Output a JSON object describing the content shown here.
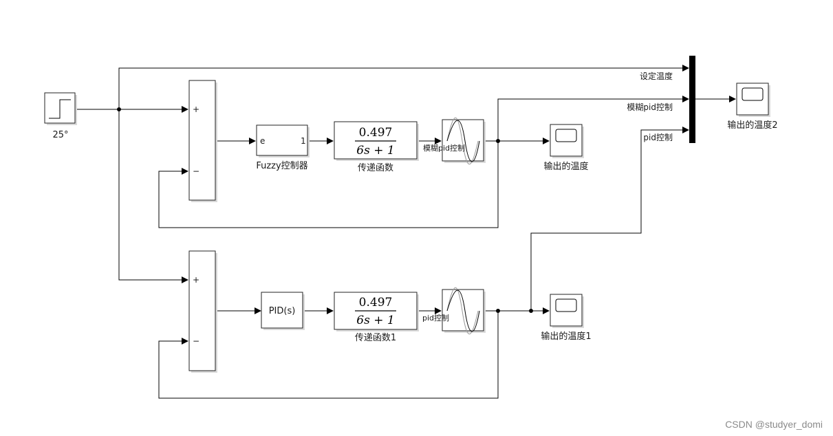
{
  "step": {
    "label": "25°"
  },
  "sum_top": {
    "plus": "+",
    "minus": "−"
  },
  "sum_bottom": {
    "plus": "+",
    "minus": "−"
  },
  "fuzzy": {
    "port_in": "e",
    "port_out": "1",
    "name": "Fuzzy控制器"
  },
  "pid": {
    "text": "PID(s)"
  },
  "tf_top": {
    "num": "0.497",
    "den": "6s + 1",
    "name": "传递函数"
  },
  "tf_bottom": {
    "num": "0.497",
    "den": "6s + 1",
    "name": "传递函数1"
  },
  "signals": {
    "set_temp": "设定温度",
    "fuzzy_pid": "模糊pid控制",
    "pid": "pid控制",
    "fuzzy_pid_small": "模糊pid控制",
    "pid_small": "pid控制"
  },
  "scopes": {
    "top": "输出的温度",
    "bottom": "输出的温度1",
    "mux_out": "输出的温度2"
  },
  "watermark": "CSDN @studyer_domi"
}
